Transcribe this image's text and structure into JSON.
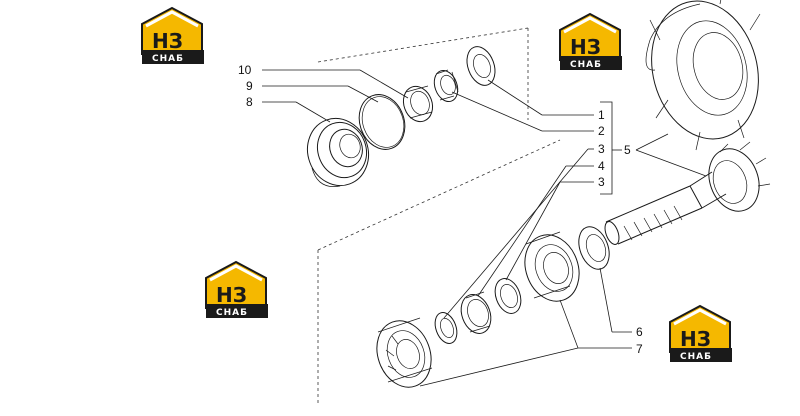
{
  "watermark": {
    "monogram": "НЗ",
    "caption": "СНАБ",
    "colors": {
      "yellow": "#f5b800",
      "dark": "#1a1a1a",
      "light": "#ffffff"
    }
  },
  "callouts": {
    "c1": "1",
    "c2": "2",
    "c3a": "3",
    "c4": "4",
    "c3b": "3",
    "c5": "5",
    "c6": "6",
    "c7": "7",
    "c8": "8",
    "c9": "9",
    "c10": "10"
  }
}
